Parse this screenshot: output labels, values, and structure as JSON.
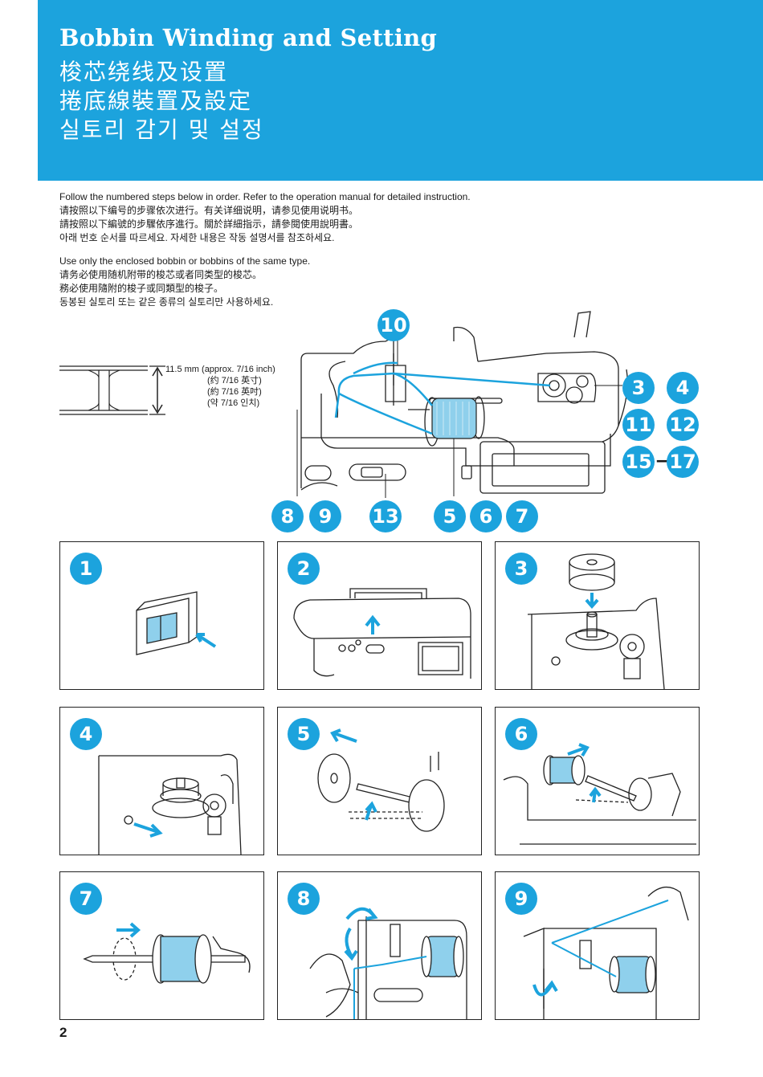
{
  "header": {
    "title_en": "Bobbin Winding and Setting",
    "title_zh_cn": "梭芯绕线及设置",
    "title_zh_tw": "捲底線裝置及設定",
    "title_ko": "실토리 감기 및 설정",
    "bg_color": "#1ca3dd"
  },
  "intro": {
    "follow_en": "Follow the numbered steps below in order. Refer to the operation manual for detailed instruction.",
    "follow_zh_cn": "请按照以下编号的步骤依次进行。有关详细说明，请参见使用说明书。",
    "follow_zh_tw": "請按照以下編號的步驟依序進行。關於詳細指示，請參閱使用說明書。",
    "follow_ko": "아래 번호 순서를 따르세요. 자세한 내용은 작동 설명서를 참조하세요.",
    "bobbin_en": "Use only the enclosed bobbin or bobbins of the same type.",
    "bobbin_zh_cn": "请务必使用随机附带的梭芯或者同类型的梭芯。",
    "bobbin_zh_tw": "務必使用隨附的梭子或同類型的梭子。",
    "bobbin_ko": "동봉된 실토리 또는 같은 종류의 실토리만 사용하세요."
  },
  "bobbin_spec": {
    "size_en": "11.5 mm  (approx. 7/16 inch)",
    "size_zh_cn": "(约 7/16 英寸)",
    "size_zh_tw": "(約 7/16 英吋)",
    "size_ko": "(약 7/16 인치)"
  },
  "overview_callouts": {
    "c10": "10",
    "c3": "3",
    "c4": "4",
    "c11": "11",
    "c12": "12",
    "c15": "15",
    "dash": "–",
    "c17": "17",
    "c8": "8",
    "c9": "9",
    "c13": "13",
    "c5": "5",
    "c6": "6",
    "c7": "7"
  },
  "steps": [
    {
      "number": "1"
    },
    {
      "number": "2"
    },
    {
      "number": "3"
    },
    {
      "number": "4"
    },
    {
      "number": "5"
    },
    {
      "number": "6"
    },
    {
      "number": "7"
    },
    {
      "number": "8"
    },
    {
      "number": "9"
    }
  ],
  "page_number": "2",
  "colors": {
    "accent": "#1ca3dd",
    "thread": "#8fd0ec",
    "line": "#222222"
  }
}
